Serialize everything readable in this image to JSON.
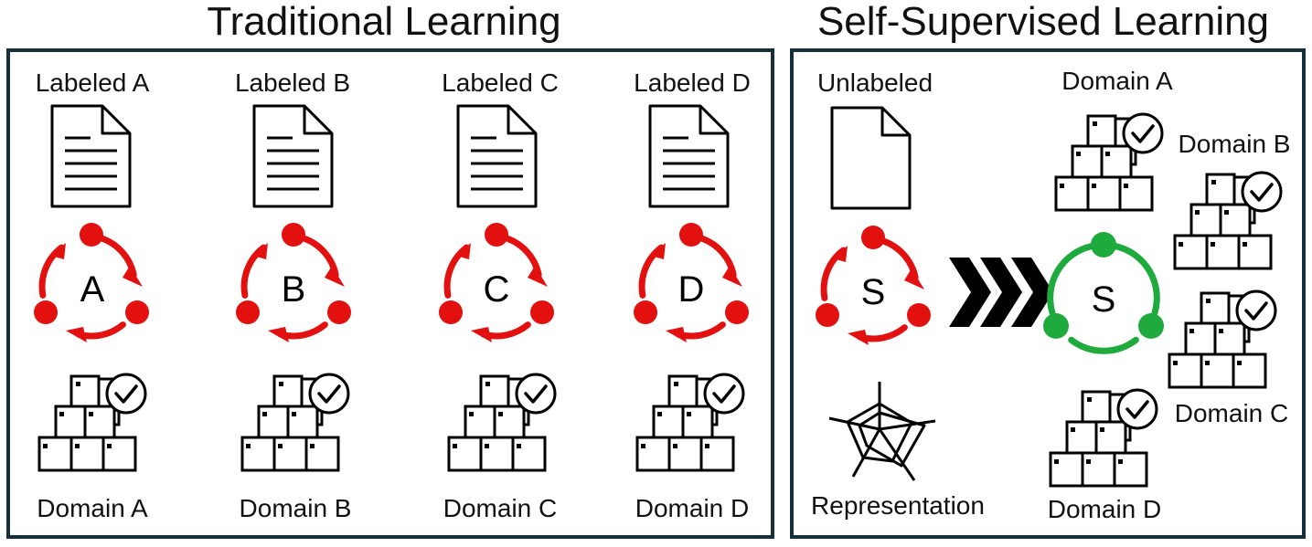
{
  "colors": {
    "cycle_red": "#e31010",
    "cycle_green": "#1eaa3c",
    "frame": "#16303b",
    "ink": "#000000"
  },
  "traditional": {
    "title": "Traditional Learning",
    "columns": [
      {
        "label": "Labeled A",
        "model": "A",
        "domain": "Domain A"
      },
      {
        "label": "Labeled B",
        "model": "B",
        "domain": "Domain B"
      },
      {
        "label": "Labeled C",
        "model": "C",
        "domain": "Domain C"
      },
      {
        "label": "Labeled D",
        "model": "D",
        "domain": "Domain D"
      }
    ]
  },
  "self_supervised": {
    "title": "Self-Supervised Learning",
    "unlabeled_label": "Unlabeled",
    "pretrain_model": "S",
    "finetuned_model": "S",
    "representation_label": "Representation",
    "domains": [
      "Domain A",
      "Domain B",
      "Domain C",
      "Domain D"
    ]
  },
  "icons": {
    "document": "document-icon",
    "blank_document": "blank-document-icon",
    "training_cycle": "cycle-icon",
    "boxes_check": "stacked-boxes-check-icon",
    "arrow": "chevron-arrows-icon",
    "radar": "radar-chart-icon"
  }
}
